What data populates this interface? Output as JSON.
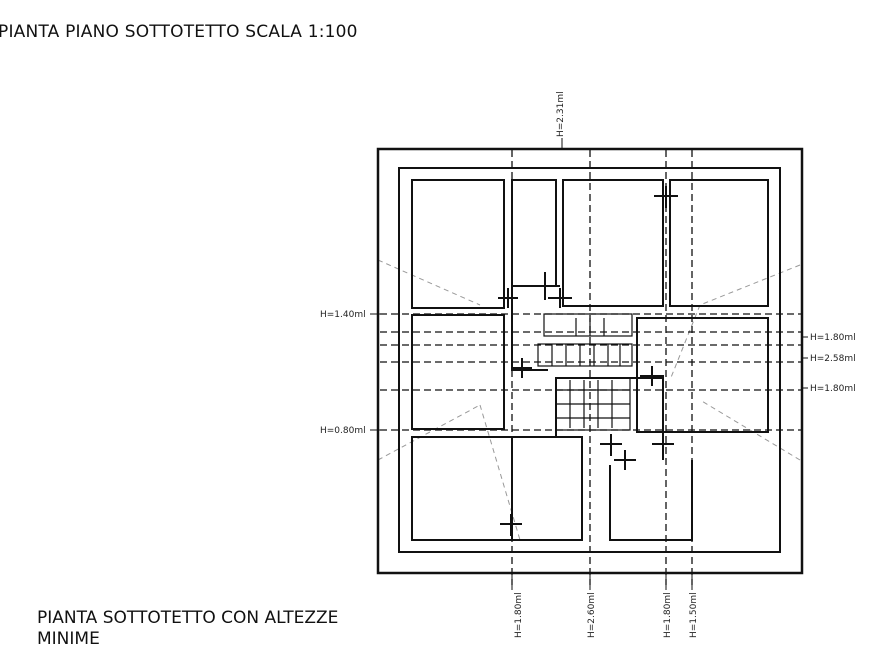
{
  "header": {
    "title": "PIANTA PIANO SOTTOTETTO SCALA 1:100"
  },
  "caption": {
    "text": "PIANTA  SOTTOTETTO CON ALTEZZE\nMINIME"
  },
  "heights": {
    "top": "H=2.31ml",
    "left_upper": "H=1.40ml",
    "left_lower": "H=0.80ml",
    "right_1": "H=1.80ml",
    "right_2": "H=2.58ml",
    "right_3": "H=1.80ml",
    "bottom_1": "H=1.80ml",
    "bottom_2": "H=2.60ml",
    "bottom_3": "H=1.80ml",
    "bottom_4": "H=1.50ml"
  }
}
